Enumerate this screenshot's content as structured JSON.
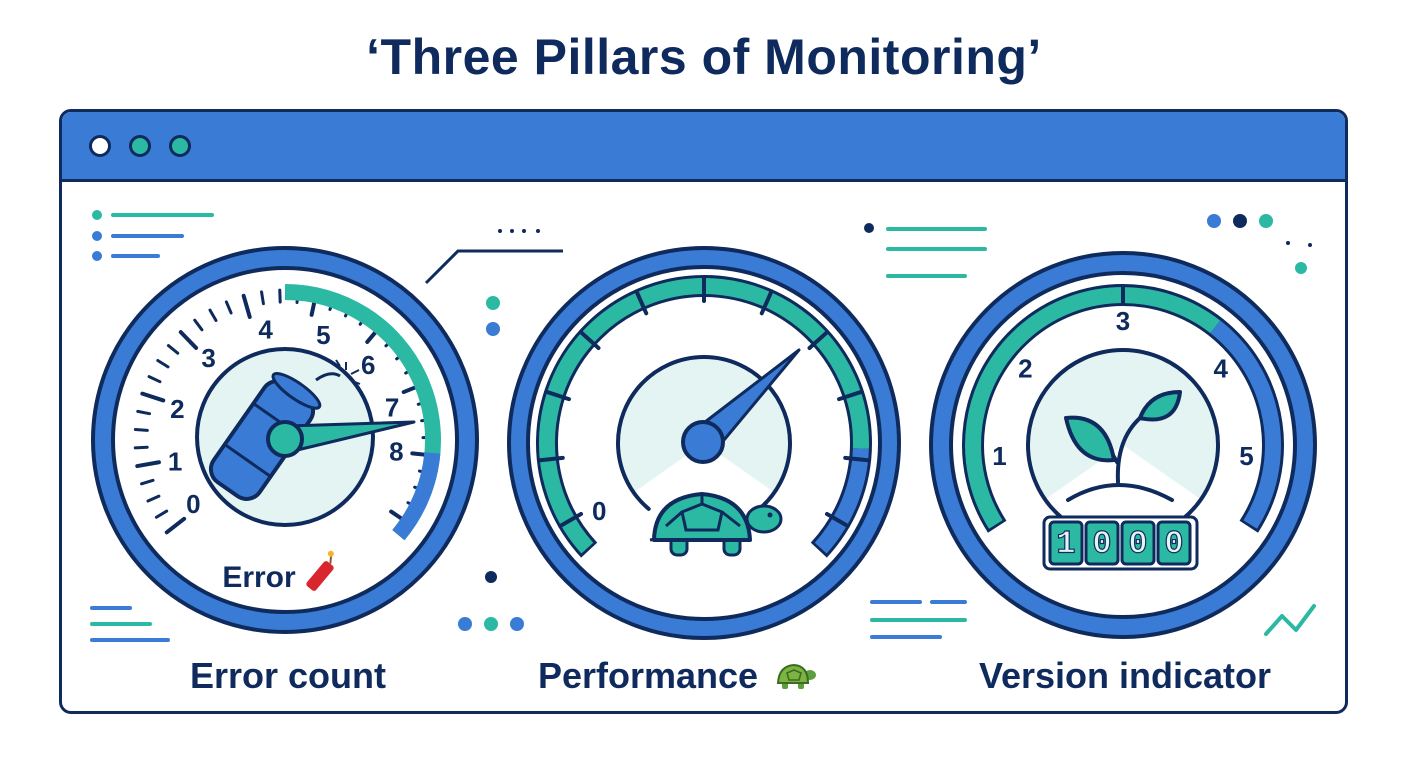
{
  "title": "‘Three Pillars of Monitoring’",
  "colors": {
    "navy": "#0f2a5c",
    "blue": "#3a7bd5",
    "teal": "#2bb9a3",
    "light": "#e3f4f3",
    "red": "#d9262c"
  },
  "window": {
    "control_dots": [
      "window-dot-icon",
      "window-dot-icon",
      "window-dot-icon"
    ]
  },
  "gauges": [
    {
      "caption": "Error count",
      "inner_label": "Error",
      "inner_icon": "dynamite-icon",
      "label_icon": "dynamite-icon",
      "scale_labels": [
        "0",
        "1",
        "2",
        "3",
        "4",
        "5",
        "6",
        "7",
        "8"
      ]
    },
    {
      "caption": "Performance",
      "caption_icon": "turtle-icon",
      "inner_icon": "turtle-icon",
      "scale_labels": [
        "0"
      ]
    },
    {
      "caption": "Version indicator",
      "inner_icon": "sprout-icon",
      "scale_labels": [
        "1",
        "2",
        "3",
        "4",
        "5"
      ],
      "odometer": [
        "1",
        "0",
        "0",
        "0"
      ]
    }
  ]
}
